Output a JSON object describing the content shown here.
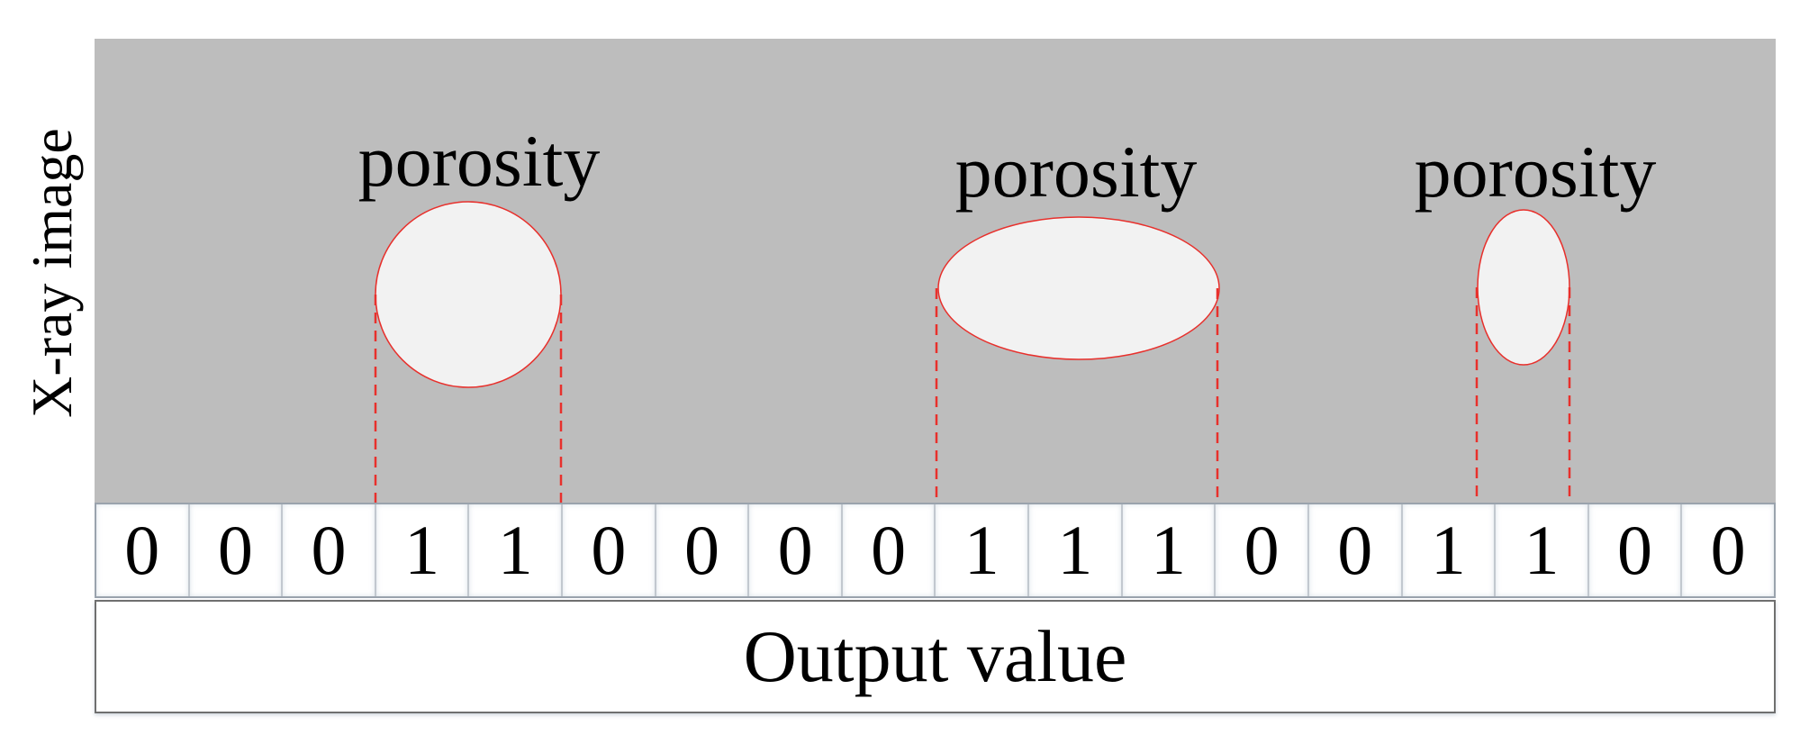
{
  "y_axis_label": "X-ray image",
  "pores": [
    {
      "label": "porosity"
    },
    {
      "label": "porosity"
    },
    {
      "label": "porosity"
    }
  ],
  "output_values": [
    "0",
    "0",
    "0",
    "1",
    "1",
    "0",
    "0",
    "0",
    "0",
    "1",
    "1",
    "1",
    "0",
    "0",
    "1",
    "1",
    "0",
    "0"
  ],
  "output_label": "Output value",
  "colors": {
    "xray_background": "#bdbdbd",
    "pore_fill": "#f2f2f2",
    "pore_outline": "#e8302c",
    "projection_line": "#e8302c"
  }
}
